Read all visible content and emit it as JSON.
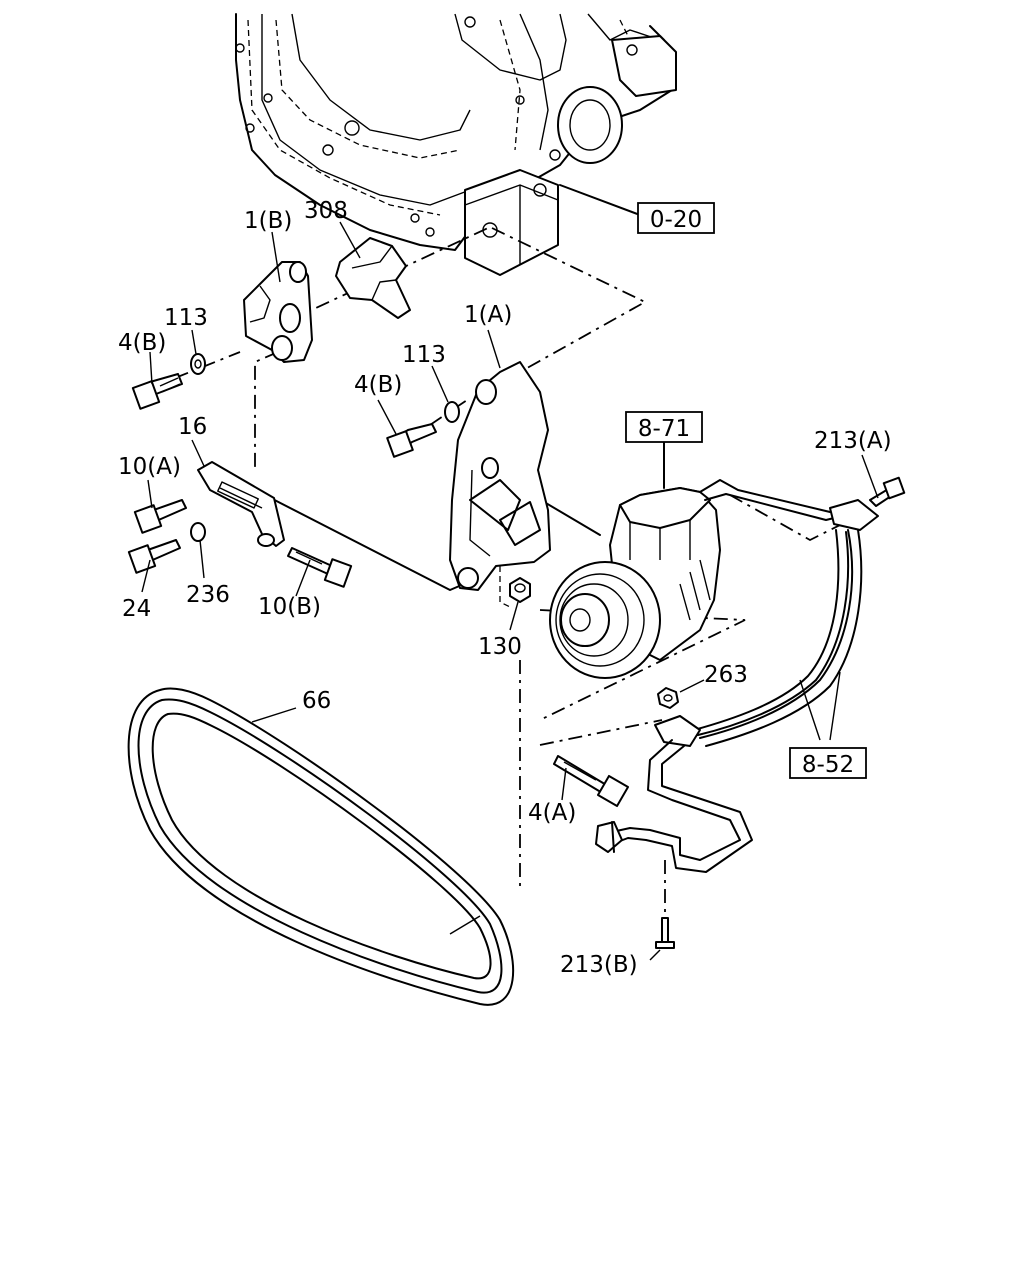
{
  "refs": {
    "ref_0_20": "0-20",
    "ref_8_71": "8-71",
    "ref_8_52": "8-52"
  },
  "labels": {
    "bracket_1b": "1(B)",
    "insulator_308": "308",
    "washer_113_left": "113",
    "bolt_4b_left": "4(B)",
    "bracket_1a": "1(A)",
    "washer_113_right": "113",
    "bolt_4b_right": "4(B)",
    "adjuster_16": "16",
    "bolt_10a": "10(A)",
    "bolt_24": "24",
    "washer_236": "236",
    "bolt_10b": "10(B)",
    "nut_130": "130",
    "belt_66": "66",
    "bolt_213a": "213(A)",
    "nut_263": "263",
    "bolt_4a": "4(A)",
    "bolt_213b": "213(B)"
  }
}
